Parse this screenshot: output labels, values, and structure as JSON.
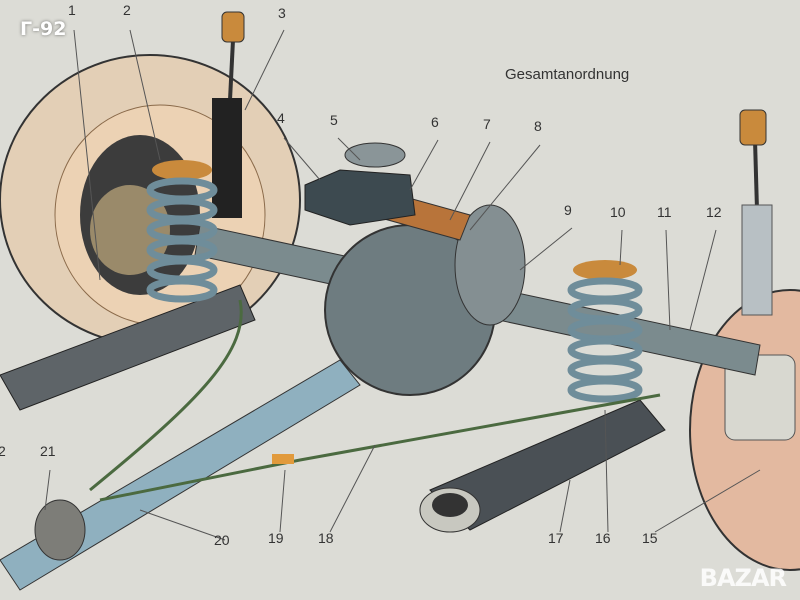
{
  "badge": "Г-92",
  "title": "Gesamtanordnung",
  "labels": {
    "n1": "1",
    "n2": "2",
    "n3": "3",
    "n4": "4",
    "n5": "5",
    "n6": "6",
    "n7": "7",
    "n8": "8",
    "n9": "9",
    "n10": "10",
    "n11": "11",
    "n12": "12",
    "n15": "15",
    "n16": "16",
    "n17": "17",
    "n18": "18",
    "n19": "19",
    "n20": "20",
    "n21": "21",
    "n22": "2"
  },
  "watermark": "BAZAR",
  "colors": {
    "spring": "#7f9aa6",
    "spring_top": "#c98a3c",
    "axle": "#7b8b8e",
    "wheel": "#e8c9a8",
    "background": "#dcdcd6"
  }
}
